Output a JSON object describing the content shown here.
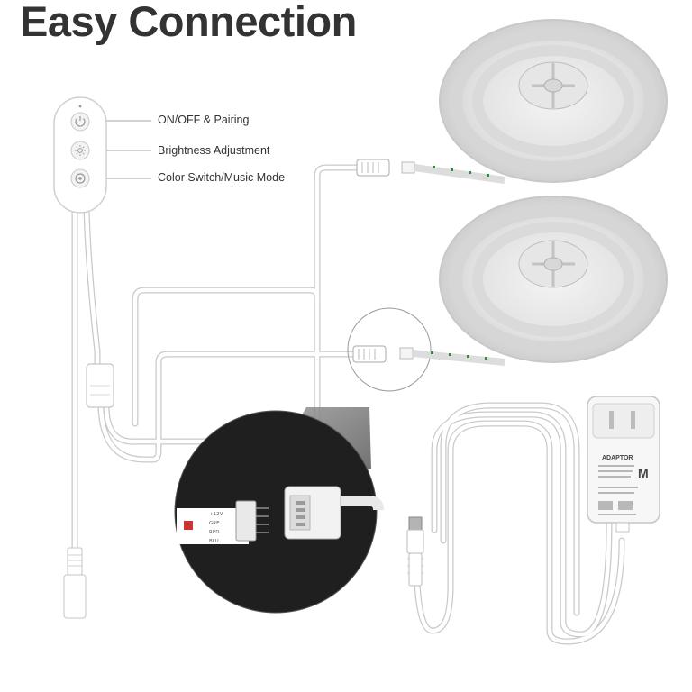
{
  "title": "Easy Connection",
  "remote": {
    "buttons": [
      {
        "label": "ON/OFF & Pairing"
      },
      {
        "label": "Brightness Adjustment"
      },
      {
        "label": "Color Switch/Music Mode"
      }
    ]
  },
  "adapter": {
    "brand": "ADAPTOR",
    "mark": "M"
  },
  "zoom": {
    "pins": [
      "+12V",
      "GRE",
      "RED",
      "BLU"
    ]
  }
}
